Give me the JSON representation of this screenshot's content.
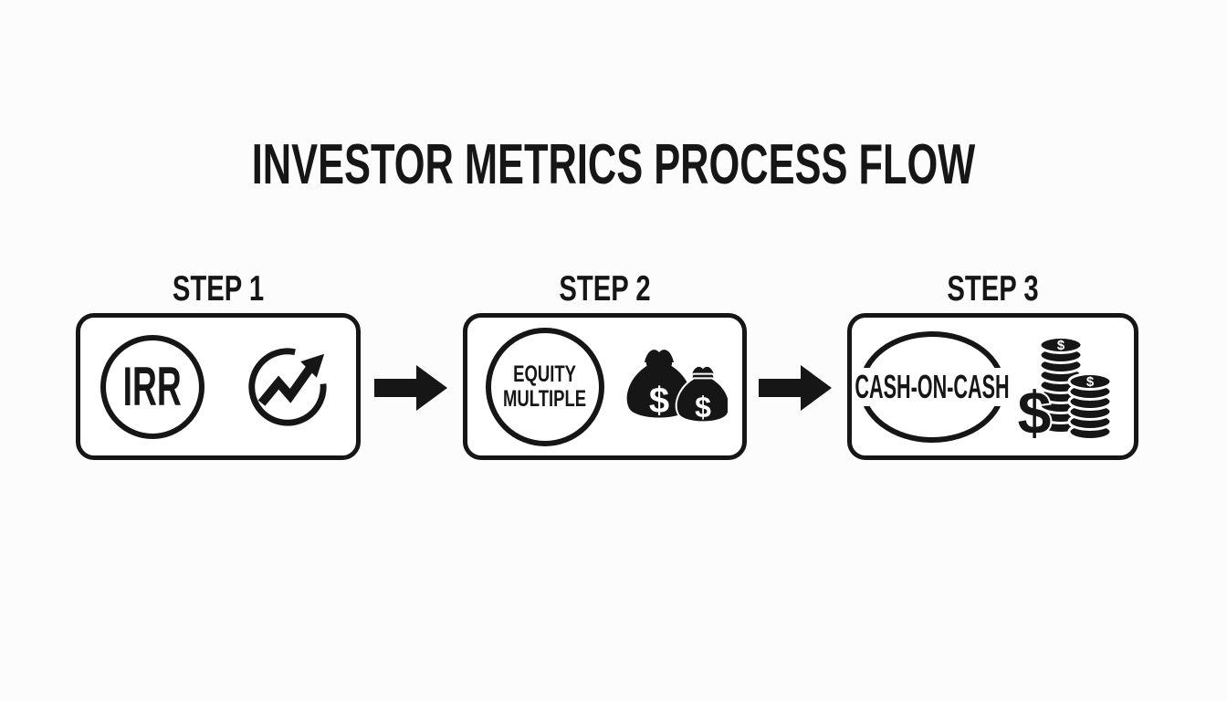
{
  "title": "INVESTOR METRICS PROCESS FLOW",
  "colors": {
    "ink": "#161616",
    "paper": "#fbfcfb",
    "card": "#ffffff"
  },
  "steps": [
    {
      "label": "STEP 1",
      "metric": "IRR",
      "icon": "trending-up-circle-icon"
    },
    {
      "label": "STEP 2",
      "metric_line1": "EQUITY",
      "metric_line2": "MULTIPLE",
      "icon": "money-bags-icon"
    },
    {
      "label": "STEP 3",
      "metric": "CASH-ON-CASH",
      "icon": "coin-stacks-icon"
    }
  ],
  "connectors": [
    {
      "icon": "arrow-right"
    },
    {
      "icon": "arrow-right"
    }
  ],
  "symbols": {
    "dollar": "$"
  }
}
